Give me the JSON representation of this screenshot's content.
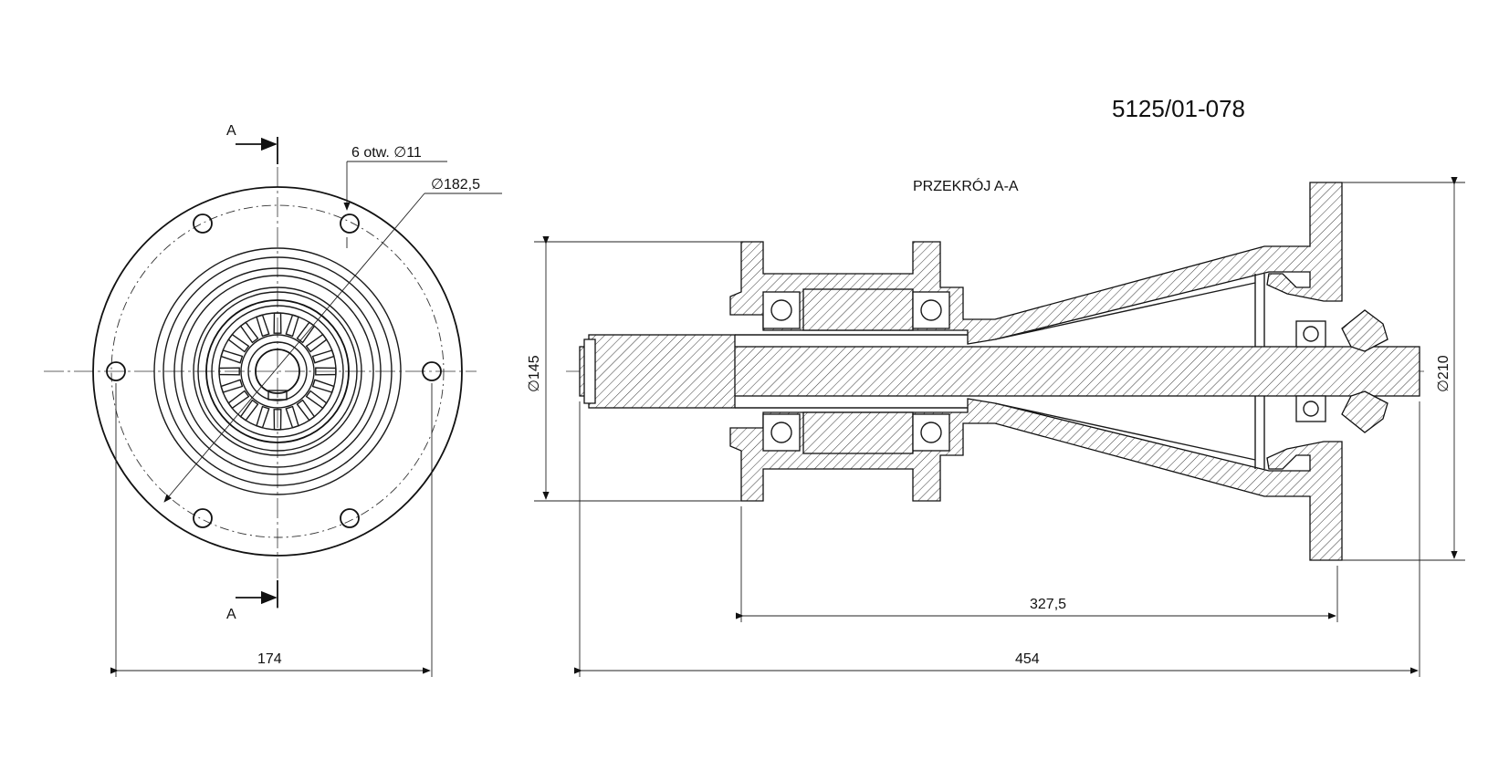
{
  "drawing": {
    "part_number": "5125/01-078",
    "section_title": "PRZEKRÓJ A-A",
    "section_marker": "A",
    "holes_note": "6 otw. ∅11",
    "bolt_circle_dia": "∅182,5",
    "dim_flange_width": "174",
    "dim_shaft_housing_dia": "∅145",
    "dim_flange_dia": "∅210",
    "dim_housing_length": "327,5",
    "dim_total_length": "454"
  },
  "colors": {
    "line": "#111111",
    "background": "#ffffff"
  }
}
